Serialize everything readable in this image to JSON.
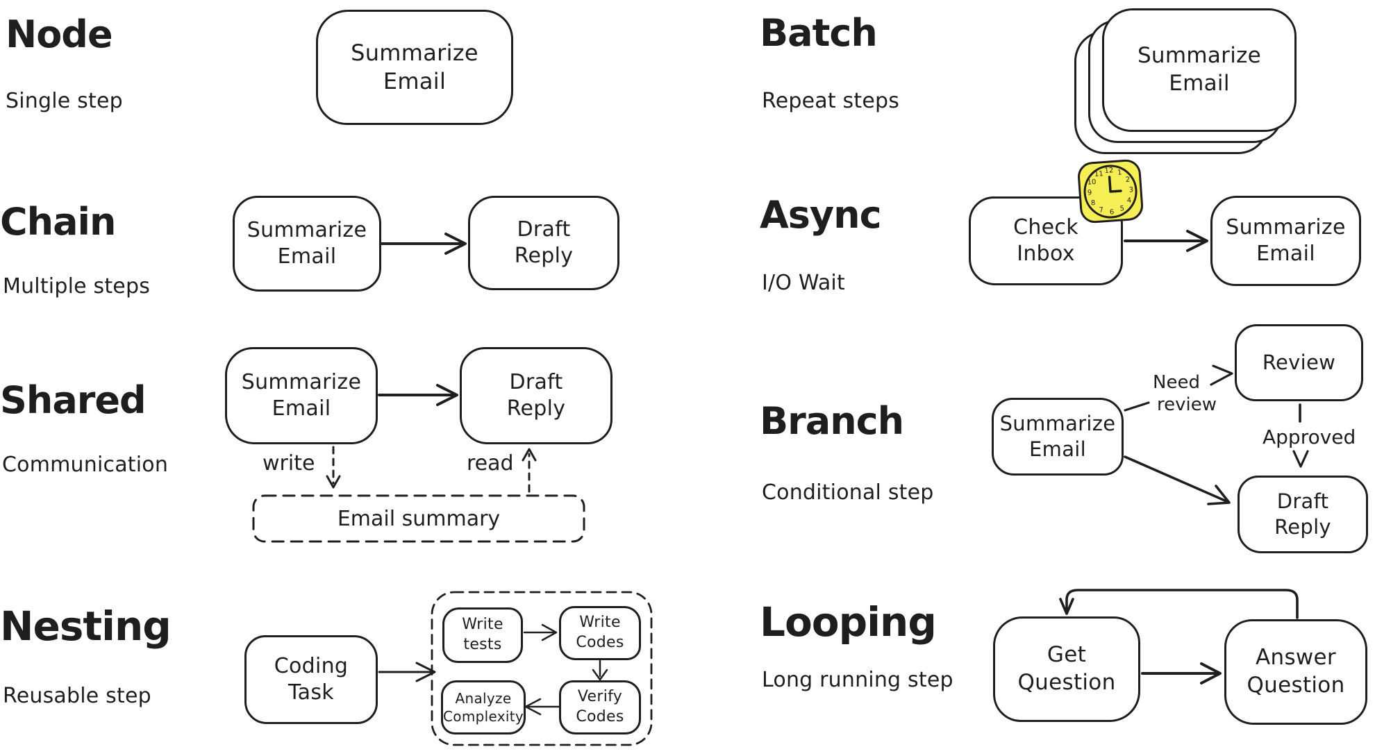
{
  "colors": {
    "ink": "#1e1e1e",
    "background": "#ffffff",
    "clock_fill": "#f6ee55"
  },
  "sections": {
    "node": {
      "title": "Node",
      "subtitle": "Single step",
      "nodes": {
        "summarize_email": {
          "lines": [
            "Summarize",
            "Email"
          ]
        }
      }
    },
    "chain": {
      "title": "Chain",
      "subtitle": "Multiple steps",
      "nodes": {
        "summarize_email": {
          "lines": [
            "Summarize",
            "Email"
          ]
        },
        "draft_reply": {
          "lines": [
            "Draft",
            "Reply"
          ]
        }
      }
    },
    "shared": {
      "title": "Shared",
      "subtitle": "Communication",
      "nodes": {
        "summarize_email": {
          "lines": [
            "Summarize",
            "Email"
          ]
        },
        "draft_reply": {
          "lines": [
            "Draft",
            "Reply"
          ]
        },
        "email_summary": {
          "lines": [
            "Email summary"
          ]
        }
      },
      "labels": {
        "write": "write",
        "read": "read"
      }
    },
    "nesting": {
      "title": "Nesting",
      "subtitle": "Reusable step",
      "nodes": {
        "coding_task": {
          "lines": [
            "Coding",
            "Task"
          ]
        },
        "write_tests": {
          "lines": [
            "Write",
            "tests"
          ]
        },
        "write_codes": {
          "lines": [
            "Write",
            "Codes"
          ]
        },
        "analyze_complexity": {
          "lines": [
            "Analyze",
            "Complexity"
          ]
        },
        "verify_codes": {
          "lines": [
            "Verify",
            "Codes"
          ]
        }
      }
    },
    "batch": {
      "title": "Batch",
      "subtitle": "Repeat steps",
      "nodes": {
        "summarize_email": {
          "lines": [
            "Summarize",
            "Email"
          ]
        }
      }
    },
    "async": {
      "title": "Async",
      "subtitle": "I/O Wait",
      "nodes": {
        "check_inbox": {
          "lines": [
            "Check",
            "Inbox"
          ]
        },
        "summarize_email": {
          "lines": [
            "Summarize",
            "Email"
          ]
        }
      },
      "clock_icon": "clock-icon",
      "clock_numerals": [
        "12",
        "1",
        "2",
        "3",
        "4",
        "5",
        "6",
        "7",
        "8",
        "9",
        "10",
        "11"
      ]
    },
    "branch": {
      "title": "Branch",
      "subtitle": "Conditional step",
      "nodes": {
        "summarize_email": {
          "lines": [
            "Summarize",
            "Email"
          ]
        },
        "review": {
          "lines": [
            "Review"
          ]
        },
        "draft_reply": {
          "lines": [
            "Draft",
            "Reply"
          ]
        }
      },
      "labels": {
        "need": "Need",
        "review": "review",
        "approved": "Approved"
      }
    },
    "looping": {
      "title": "Looping",
      "subtitle": "Long running step",
      "nodes": {
        "get_question": {
          "lines": [
            "Get",
            "Question"
          ]
        },
        "answer_question": {
          "lines": [
            "Answer",
            "Question"
          ]
        }
      }
    }
  }
}
